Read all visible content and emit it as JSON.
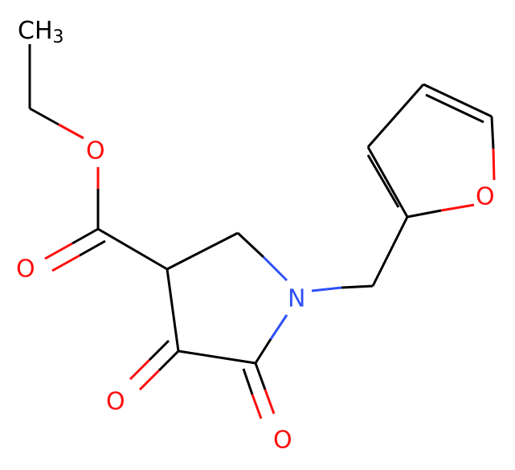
{
  "molecule": {
    "atoms": {
      "methyl": {
        "symbol": "CH",
        "subscript": "3",
        "color": "#000000"
      },
      "ester_o": {
        "symbol": "O",
        "color": "#ff0d0d"
      },
      "carbonyl_o": {
        "symbol": "O",
        "color": "#ff0d0d"
      },
      "n1": {
        "symbol": "N",
        "color": "#3050f8"
      },
      "keto_o4": {
        "symbol": "O",
        "color": "#ff0d0d"
      },
      "keto_o5": {
        "symbol": "O",
        "color": "#ff0d0d"
      },
      "furan_o": {
        "symbol": "O",
        "color": "#ff0d0d"
      }
    }
  }
}
